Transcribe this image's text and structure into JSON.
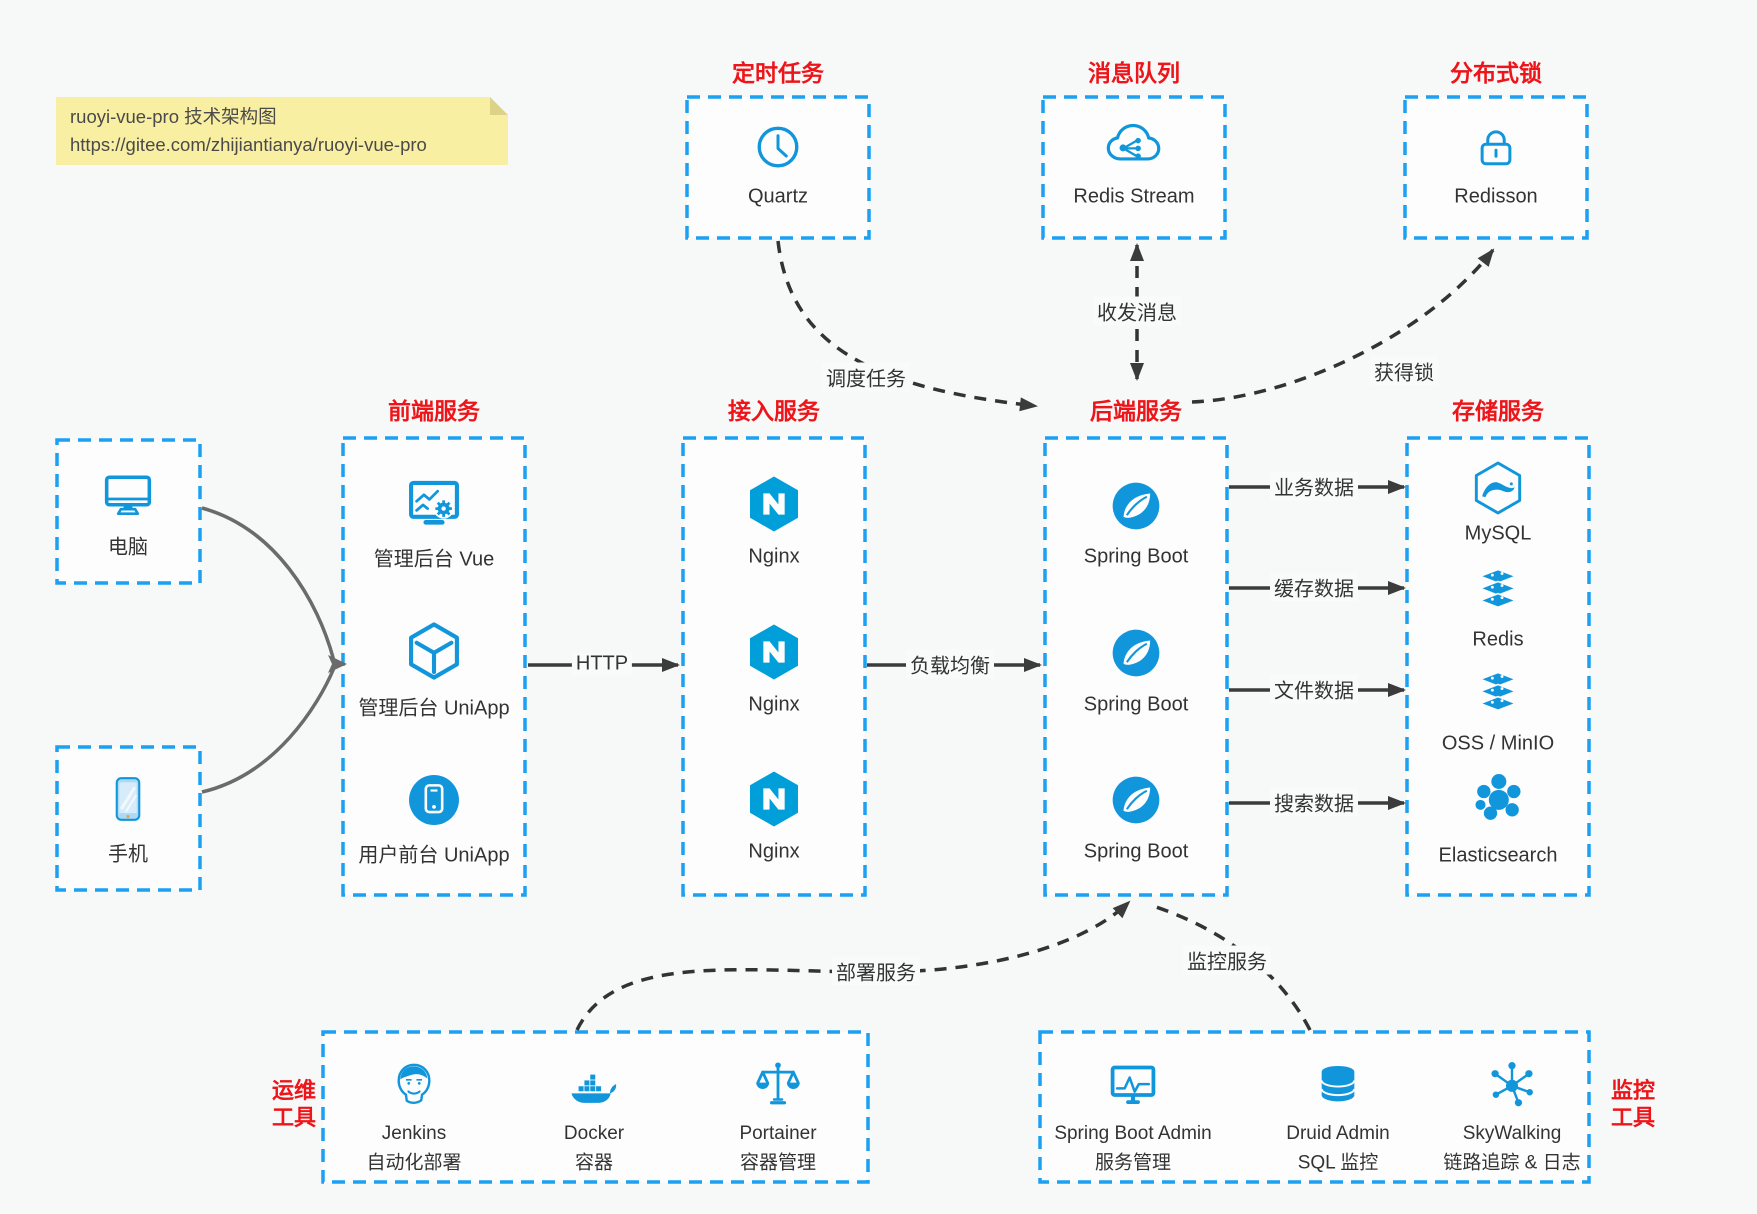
{
  "note": {
    "line1": "ruoyi-vue-pro 技术架构图",
    "line2": "https://gitee.com/zhijiantianya/ruoyi-vue-pro"
  },
  "groups": {
    "scheduler": {
      "title": "定时任务",
      "item": {
        "icon": "clock-icon",
        "label": "Quartz"
      }
    },
    "mq": {
      "title": "消息队列",
      "item": {
        "icon": "cloud-stream-icon",
        "label": "Redis Stream"
      }
    },
    "lock": {
      "title": "分布式锁",
      "item": {
        "icon": "lock-icon",
        "label": "Redisson"
      }
    },
    "clients": {
      "computer": "电脑",
      "phone": "手机"
    },
    "frontend": {
      "title": "前端服务",
      "items": [
        {
          "icon": "admin-vue-icon",
          "label": "管理后台 Vue"
        },
        {
          "icon": "uniapp-cube-icon",
          "label": "管理后台 UniApp"
        },
        {
          "icon": "user-app-icon",
          "label": "用户前台 UniApp"
        }
      ]
    },
    "access": {
      "title": "接入服务",
      "items": [
        {
          "icon": "nginx-icon",
          "label": "Nginx"
        },
        {
          "icon": "nginx-icon",
          "label": "Nginx"
        },
        {
          "icon": "nginx-icon",
          "label": "Nginx"
        }
      ]
    },
    "backend": {
      "title": "后端服务",
      "items": [
        {
          "icon": "spring-boot-icon",
          "label": "Spring Boot"
        },
        {
          "icon": "spring-boot-icon",
          "label": "Spring Boot"
        },
        {
          "icon": "spring-boot-icon",
          "label": "Spring Boot"
        }
      ]
    },
    "storage": {
      "title": "存储服务",
      "items": [
        {
          "icon": "mysql-icon",
          "label": "MySQL"
        },
        {
          "icon": "redis-stack-icon",
          "label": "Redis"
        },
        {
          "icon": "object-storage-icon",
          "label": "OSS / MinIO"
        },
        {
          "icon": "elasticsearch-icon",
          "label": "Elasticsearch"
        }
      ]
    },
    "ops": {
      "side_title": [
        "运维",
        "工具"
      ],
      "items": [
        {
          "icon": "jenkins-icon",
          "line1": "Jenkins",
          "line2": "自动化部署"
        },
        {
          "icon": "docker-icon",
          "line1": "Docker",
          "line2": "容器"
        },
        {
          "icon": "portainer-icon",
          "line1": "Portainer",
          "line2": "容器管理"
        }
      ]
    },
    "monitoring": {
      "side_title": [
        "监控",
        "工具"
      ],
      "items": [
        {
          "icon": "spring-boot-admin-icon",
          "line1": "Spring Boot Admin",
          "line2": "服务管理"
        },
        {
          "icon": "druid-icon",
          "line1": "Druid Admin",
          "line2": "SQL 监控"
        },
        {
          "icon": "skywalking-icon",
          "line1": "SkyWalking",
          "line2": "链路追踪 & 日志"
        }
      ]
    }
  },
  "edges": {
    "http": "HTTP",
    "load_balance": "负载均衡",
    "business_data": "业务数据",
    "cache_data": "缓存数据",
    "file_data": "文件数据",
    "search_data": "搜索数据",
    "schedule_task": "调度任务",
    "send_receive_message": "收发消息",
    "acquire_lock": "获得锁",
    "deploy_service": "部署服务",
    "monitor_service": "监控服务"
  },
  "colors": {
    "icon_blue": "#1296db",
    "border_blue": "#1ba0f2",
    "title_red": "#ed1519",
    "note_yellow": "#f9efa3"
  }
}
